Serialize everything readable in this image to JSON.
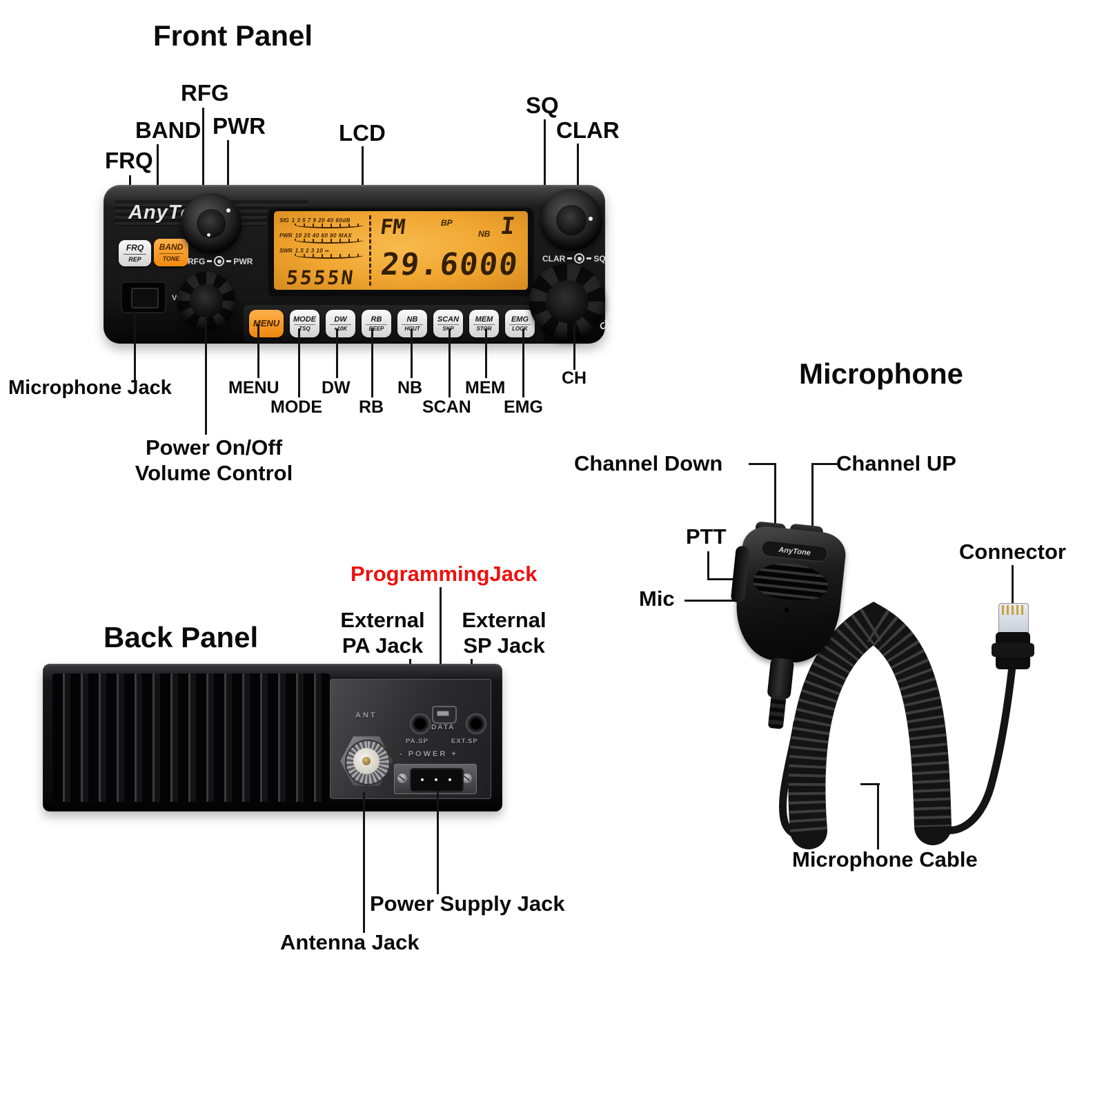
{
  "front_panel": {
    "title": "Front Panel",
    "callouts": {
      "frq": "FRQ",
      "band": "BAND",
      "rfg": "RFG",
      "pwr": "PWR",
      "lcd": "LCD",
      "sq": "SQ",
      "clar": "CLAR",
      "microphone_jack": "Microphone Jack",
      "menu": "MENU",
      "mode": "MODE",
      "dw": "DW",
      "rb": "RB",
      "nb": "NB",
      "scan": "SCAN",
      "mem": "MEM",
      "emg": "EMG",
      "ch": "CH",
      "power_line1": "Power On/Off",
      "power_line2": "Volume Control"
    },
    "radio": {
      "brand": "AnyTone",
      "frq_button": {
        "top": "FRQ",
        "bottom": "REP"
      },
      "band_button": {
        "top": "BAND",
        "bottom": "TONE"
      },
      "rfg_pwr_label": {
        "left": "RFG",
        "right": "PWR"
      },
      "clar_sq_label": {
        "left": "CLAR",
        "right": "SQ"
      },
      "vol_label": "VOL",
      "ch_label": "CH",
      "keypad": [
        {
          "top": "MENU",
          "bottom": ""
        },
        {
          "top": "MODE",
          "bottom": "TSQ"
        },
        {
          "top": "DW",
          "bottom": "+10K"
        },
        {
          "top": "RB",
          "bottom": "BEEP"
        },
        {
          "top": "NB",
          "bottom": "HCUT"
        },
        {
          "top": "SCAN",
          "bottom": "SKP"
        },
        {
          "top": "MEM",
          "bottom": "STOR"
        },
        {
          "top": "EMG",
          "bottom": "LOCK"
        }
      ],
      "lcd": {
        "meters": [
          {
            "label": "SIG",
            "scale": "1 3 5 7 9 20 40 60dB"
          },
          {
            "label": "PWR",
            "scale": "10 20 40 60 80 MAX"
          },
          {
            "label": "SWR",
            "scale": "1.5 2 3 10 ∞"
          }
        ],
        "memory": "5555N",
        "mode": "FM",
        "bp": "BP",
        "nb": "NB",
        "band_digit": "I",
        "frequency": "29.6000"
      }
    }
  },
  "back_panel": {
    "title": "Back Panel",
    "callouts": {
      "programming_jack": "ProgrammingJack",
      "external_pa": [
        "External",
        "PA Jack"
      ],
      "external_sp": [
        "External",
        "SP Jack"
      ],
      "antenna_jack": "Antenna Jack",
      "power_supply_jack": "Power Supply Jack"
    },
    "engravings": {
      "ant": "ANT",
      "data": "DATA",
      "pa_sp": "PA.SP",
      "ext_sp": "EXT.SP",
      "power": "- POWER +"
    }
  },
  "microphone": {
    "title": "Microphone",
    "brand": "AnyTone",
    "callouts": {
      "channel_down": "Channel Down",
      "channel_up": "Channel UP",
      "ptt": "PTT",
      "mic": "Mic",
      "connector": "Connector",
      "cable": "Microphone Cable"
    }
  },
  "colors": {
    "accent_orange": "#f08a10",
    "label_red": "#ee1111",
    "lcd_amber": "#f0a530"
  }
}
